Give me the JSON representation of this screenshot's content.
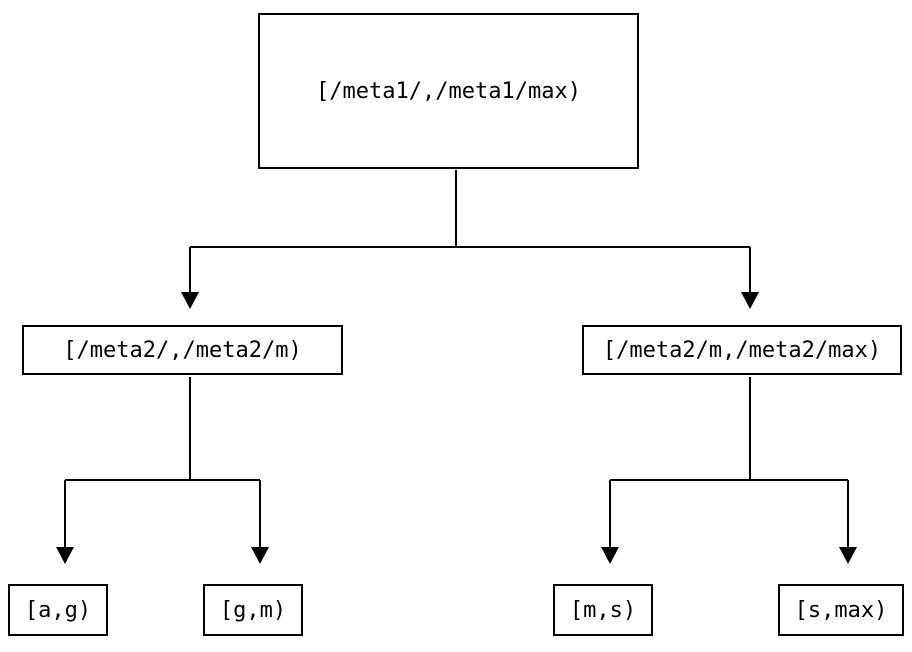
{
  "diagram": {
    "type": "binary-interval-tree",
    "background_color": "#ffffff",
    "line_color": "#000000",
    "nodes": {
      "root": {
        "label": "[/meta1/,/meta1/max)"
      },
      "left_child": {
        "label": "[/meta2/,/meta2/m)"
      },
      "right_child": {
        "label": "[/meta2/m,/meta2/max)"
      },
      "leaf_1": {
        "label": "[a,g)"
      },
      "leaf_2": {
        "label": "[g,m)"
      },
      "leaf_3": {
        "label": "[m,s)"
      },
      "leaf_4": {
        "label": "[s,max)"
      }
    },
    "tree": {
      "root": {
        "label": "[/meta1/,/meta1/max)",
        "children": [
          {
            "label": "[/meta2/,/meta2/m)",
            "children": [
              {
                "label": "[a,g)"
              },
              {
                "label": "[g,m)"
              }
            ]
          },
          {
            "label": "[/meta2/m,/meta2/max)",
            "children": [
              {
                "label": "[m,s)"
              },
              {
                "label": "[s,max)"
              }
            ]
          }
        ]
      }
    }
  }
}
